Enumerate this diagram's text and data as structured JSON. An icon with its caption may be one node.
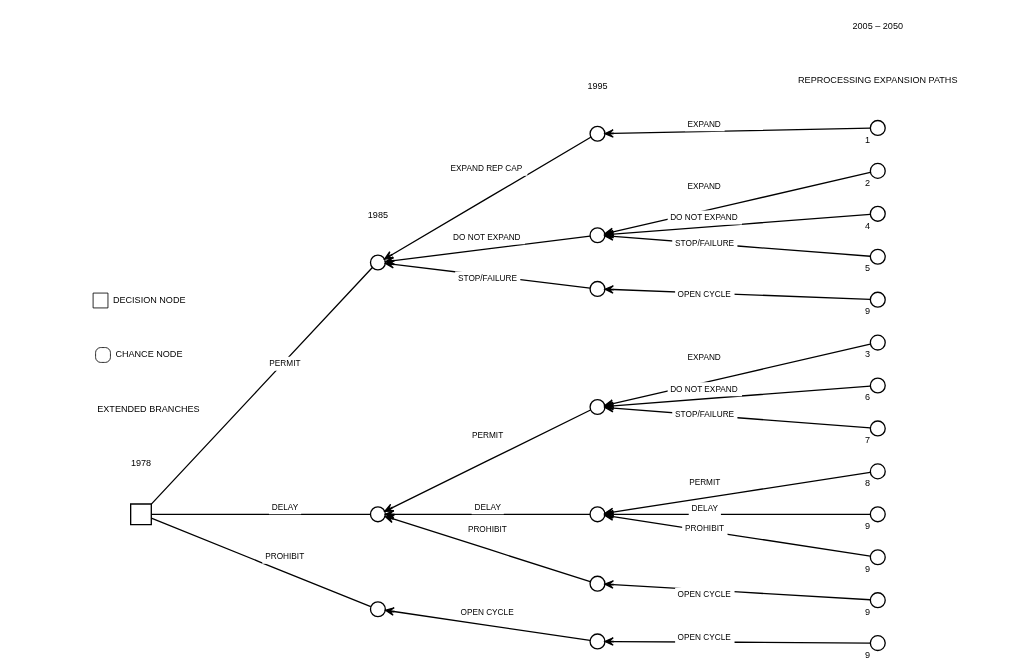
{
  "diagram": {
    "nodes": [
      {
        "text": [],
        "shape": "box"
      },
      {
        "text": [],
        "shape": "circle"
      },
      {
        "text": [],
        "shape": "circle"
      },
      {
        "text": [],
        "shape": "circle"
      },
      {
        "text": [],
        "shape": "circle"
      },
      {
        "text": [],
        "shape": "circle"
      },
      {
        "text": [],
        "shape": "circle"
      },
      {
        "text": [],
        "shape": "circle"
      },
      {
        "text": [],
        "shape": "circle"
      },
      {
        "text": [],
        "shape": "circle"
      },
      {
        "text": [],
        "shape": "circle"
      },
      {
        "text": [],
        "shape": "circle",
        "beside": [
          "1"
        ]
      },
      {
        "text": [],
        "shape": "circle",
        "beside": [
          "2"
        ]
      },
      {
        "text": [],
        "shape": "circle",
        "beside": [
          "4"
        ]
      },
      {
        "text": [],
        "shape": "circle",
        "beside": [
          "5"
        ]
      },
      {
        "text": [],
        "shape": "circle",
        "beside": [
          "9"
        ]
      },
      {
        "text": [],
        "shape": "circle",
        "beside": [
          "3"
        ]
      },
      {
        "text": [],
        "shape": "circle",
        "beside": [
          "6"
        ]
      },
      {
        "text": [],
        "shape": "circle",
        "beside": [
          "7"
        ]
      },
      {
        "text": [],
        "shape": "circle",
        "beside": [
          "8"
        ]
      },
      {
        "text": [],
        "shape": "circle",
        "beside": [
          "9"
        ]
      },
      {
        "text": [],
        "shape": "circle",
        "beside": [
          "9"
        ]
      },
      {
        "text": [],
        "shape": "circle",
        "beside": [
          "9"
        ]
      },
      {
        "text": [],
        "shape": "circle",
        "beside": [
          "9"
        ]
      }
    ],
    "edges": [
      {
        "from": 0,
        "to": 1,
        "arrow": "none",
        "label": "PERMIT"
      },
      {
        "from": 0,
        "to": 2,
        "arrow": "none",
        "label": "DELAY"
      },
      {
        "from": 0,
        "to": 3,
        "arrow": "none",
        "label": "PROHIBIT"
      },
      {
        "from": 4,
        "to": 1,
        "arrow": "to",
        "label": "EXPAND REP CAP"
      },
      {
        "from": 5,
        "to": 1,
        "arrow": "to",
        "label": "DO NOT EXPAND"
      },
      {
        "from": 6,
        "to": 1,
        "arrow": "to",
        "label": "STOP/FAILURE"
      },
      {
        "from": 7,
        "to": 2,
        "arrow": "to",
        "label": "PERMIT"
      },
      {
        "from": 8,
        "to": 2,
        "arrow": "to",
        "label": "DELAY"
      },
      {
        "from": 9,
        "to": 2,
        "arrow": "to",
        "label": "PROHIBIT"
      },
      {
        "from": 10,
        "to": 3,
        "arrow": "to",
        "label": "OPEN CYCLE"
      },
      {
        "from": 11,
        "to": 4,
        "arrow": "to",
        "label": "EXPAND"
      },
      {
        "from": 12,
        "to": 5,
        "arrow": "to",
        "label": "EXPAND"
      },
      {
        "from": 13,
        "to": 5,
        "arrow": "to",
        "label": "DO NOT EXPAND"
      },
      {
        "from": 14,
        "to": 5,
        "arrow": "to",
        "label": "STOP/FAILURE"
      },
      {
        "from": 15,
        "to": 6,
        "arrow": "to",
        "label": "OPEN CYCLE"
      },
      {
        "from": 16,
        "to": 7,
        "arrow": "to",
        "label": "EXPAND"
      },
      {
        "from": 17,
        "to": 7,
        "arrow": "to",
        "label": "DO NOT EXPAND"
      },
      {
        "from": 18,
        "to": 7,
        "arrow": "to",
        "label": "STOP/FAILURE"
      },
      {
        "from": 19,
        "to": 8,
        "arrow": "to",
        "label": "PERMIT"
      },
      {
        "from": 20,
        "to": 8,
        "arrow": "to",
        "label": "DELAY"
      },
      {
        "from": 21,
        "to": 8,
        "arrow": "to",
        "label": "PROHIBIT"
      },
      {
        "from": 22,
        "to": 9,
        "arrow": "to",
        "label": "OPEN CYCLE"
      },
      {
        "from": 23,
        "to": 10,
        "arrow": "to",
        "label": "OPEN CYCLE"
      }
    ],
    "labels": [
      "REPROCESSING EXPANSION PATHS",
      "1978",
      "1985",
      "1995",
      "2005 – 2050"
    ],
    "legend": [
      {
        "text": "DECISION NODE"
      },
      {
        "text": "CHANCE NODE"
      },
      {
        "text": "EXTENDED BRANCHES"
      }
    ]
  }
}
